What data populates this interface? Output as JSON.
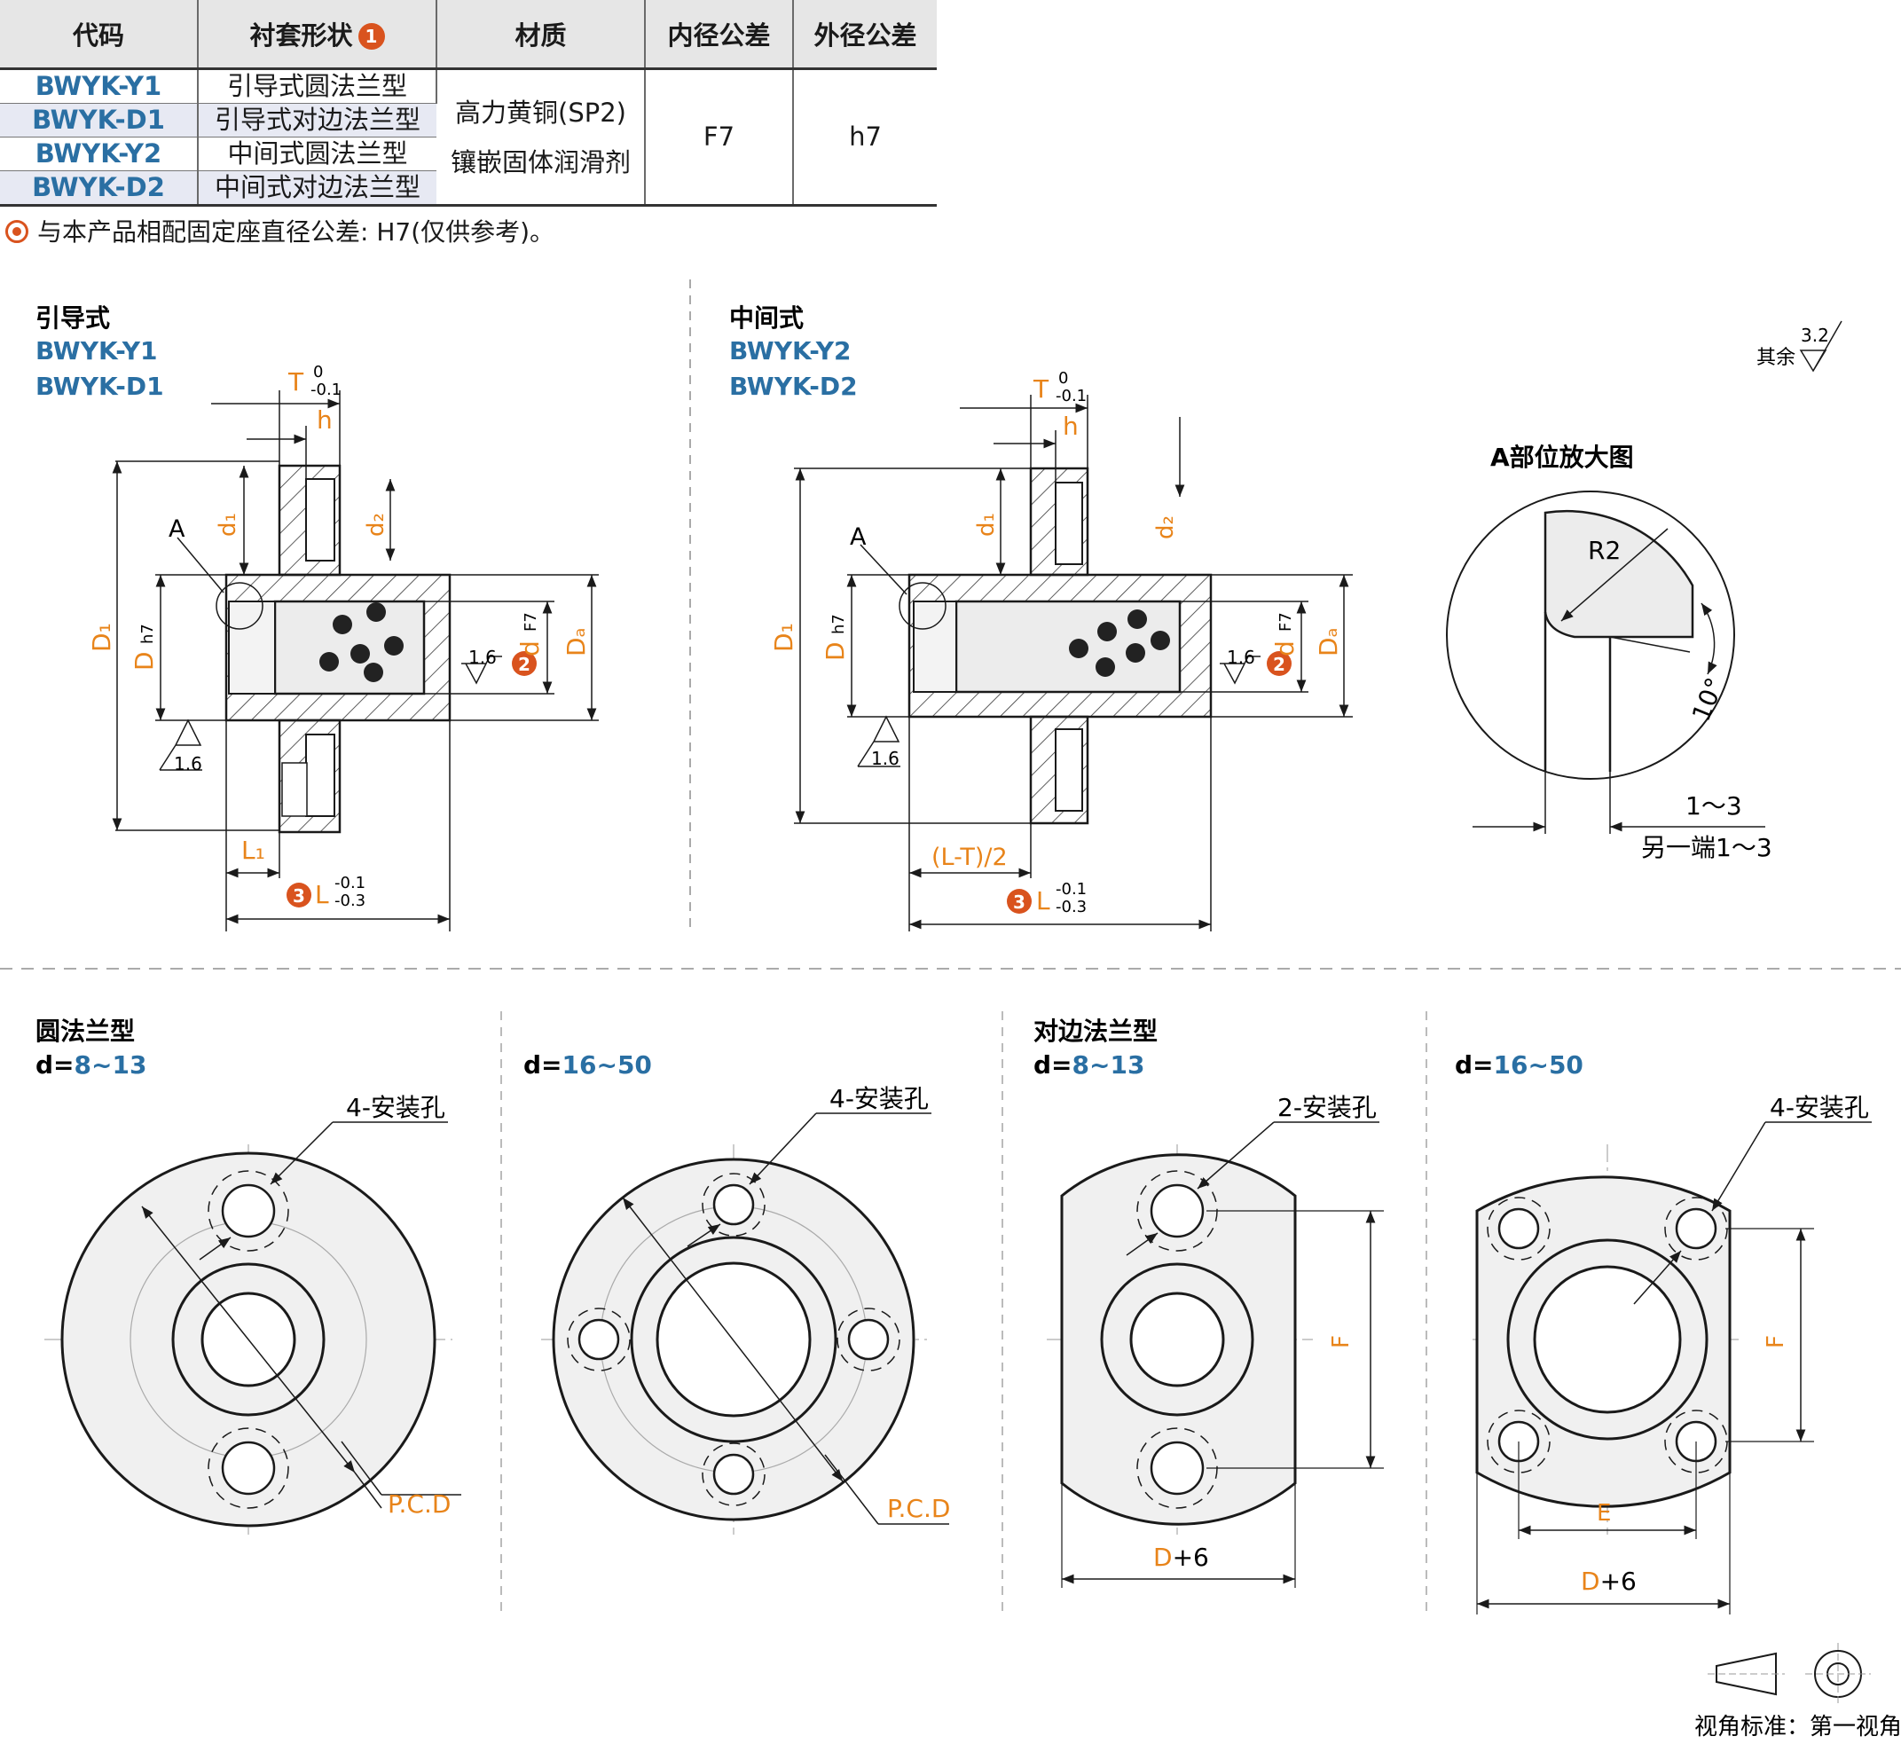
{
  "table": {
    "headers": [
      "代码",
      "衬套形状",
      "材质",
      "内径公差",
      "外径公差"
    ],
    "header_badge": "1",
    "rows": [
      {
        "code": "BWYK-Y1",
        "shape": "引导式圆法兰型"
      },
      {
        "code": "BWYK-D1",
        "shape": "引导式对边法兰型"
      },
      {
        "code": "BWYK-Y2",
        "shape": "中间式圆法兰型"
      },
      {
        "code": "BWYK-D2",
        "shape": "中间式对边法兰型"
      }
    ],
    "material_line1": "高力黄铜(SP2)",
    "material_line2": "镶嵌固体润滑剂",
    "inner_tol": "F7",
    "outer_tol": "h7"
  },
  "note": "与本产品相配固定座直径公差: H7(仅供参考)。",
  "left_view": {
    "title": "引导式",
    "code1": "BWYK-Y1",
    "code2": "BWYK-D1"
  },
  "mid_view": {
    "title": "中间式",
    "code1": "BWYK-Y2",
    "code2": "BWYK-D2"
  },
  "dims": {
    "T": "T",
    "T_tol_upper": "0",
    "T_tol_lower": "-0.1",
    "h": "h",
    "d1": "d₁",
    "d2": "d₂",
    "D1": "D₁",
    "D": "D",
    "D_tol": "h7",
    "d": "d",
    "d_tol": "F7",
    "Da": "Dₐ",
    "L1": "L₁",
    "L": "L",
    "L_tol_upper": "-0.1",
    "L_tol_lower": "-0.3",
    "LT": "(L-T)/2",
    "A": "A",
    "roughness": "1.6",
    "badge2": "2",
    "badge3": "3"
  },
  "detail": {
    "title": "A部位放大图",
    "R2": "R2",
    "angle": "10°",
    "range": "1～3",
    "other_end": "另一端1～3",
    "rest_label": "其余",
    "rest_value": "3.2"
  },
  "bottom": {
    "round_title": "圆法兰型",
    "flat_title": "对边法兰型",
    "d_prefix": "d=",
    "range_small": "8~13",
    "range_large": "16~50",
    "holes4": "4-安装孔",
    "holes2": "2-安装孔",
    "pcd": "P.C.D",
    "F": "F",
    "E": "E",
    "D6_D": "D",
    "D6_rest": "+6"
  },
  "projection": "视角标准：第一视角",
  "colors": {
    "orange": "#e8841a",
    "blue": "#2a6fa3",
    "badge": "#d9531e",
    "line": "#1a1a1a"
  }
}
